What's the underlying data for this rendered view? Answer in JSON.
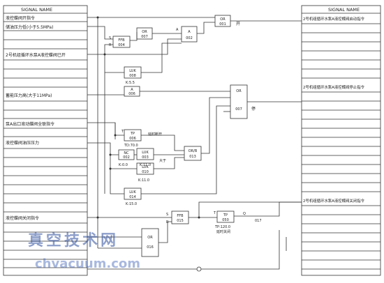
{
  "left_panel": {
    "header": "SIGNAL NAME",
    "signals": [
      {
        "id": "s1",
        "label": "液控蝶阀开指令"
      },
      {
        "id": "s2",
        "label": "储油压力低(小于5.5MPa)"
      },
      {
        "id": "s3",
        "label": "2号机组循环水泵A液控蝶阀已开"
      },
      {
        "id": "s4",
        "label": "蓄能压力高(大于11MPa)"
      },
      {
        "id": "s5",
        "label": "泵A出口液动蝶阀全联指令"
      },
      {
        "id": "s6",
        "label": "液控蝶阀油压压力"
      },
      {
        "id": "s7",
        "label": "液控蝶阀关闭指令"
      }
    ]
  },
  "right_panel": {
    "header": "SIGNAL NAME",
    "signals": [
      {
        "id": "r1",
        "label": "2号机组循环水泵A液控蝶阀启动指令"
      },
      {
        "id": "r2",
        "label": "2号机组循环水泵A液控蝶阀停止指令"
      },
      {
        "id": "r3",
        "label": "2号机组循环水泵A液控蝶阀关闭指令"
      }
    ]
  },
  "blocks": [
    {
      "id": "fft",
      "line1": "FFB",
      "line2": "004"
    },
    {
      "id": "or007",
      "line1": "OR",
      "line2": "007"
    },
    {
      "id": "and002",
      "line1": "A",
      "line2": "002"
    },
    {
      "id": "or001",
      "line1": "OR",
      "line2": "001"
    },
    {
      "id": "luk008",
      "line1": "LUK",
      "line2": "008"
    },
    {
      "id": "a006",
      "line1": "A",
      "line2": "006"
    },
    {
      "id": "or007b",
      "line1": "OR",
      "line2": "007"
    },
    {
      "id": "tp006",
      "line1": "TP",
      "line2": "006"
    },
    {
      "id": "nc002",
      "line1": "NC",
      "line2": "002"
    },
    {
      "id": "luk003",
      "line1": "LUK",
      "line2": "003"
    },
    {
      "id": "luk010",
      "line1": "LUK",
      "line2": "010"
    },
    {
      "id": "orb013",
      "line1": "OR/B",
      "line2": "013"
    },
    {
      "id": "luk014",
      "line1": "LUK",
      "line2": "014"
    },
    {
      "id": "ffb015",
      "line1": "FFB",
      "line2": "015"
    },
    {
      "id": "or016",
      "line1": "OR",
      "line2": "016"
    },
    {
      "id": "tp050",
      "line1": "TP",
      "line2": "050"
    }
  ],
  "annotations": {
    "fft_s": "S",
    "fft_r": "R",
    "and_in": "A",
    "out_top": "开",
    "k55": "K:5.5",
    "out_stop": "停",
    "tp_t": "T",
    "tp_time": "TD:70.0",
    "delay_open": "延时断开",
    "k00": "K:0.0",
    "k110": "K:11.0",
    "kuda": "大于",
    "k110b": "K:11.0",
    "k150": "K:15.0",
    "ffb_s": "S",
    "ffb_r": "R",
    "tp_t2": "T",
    "tp_time2": "TP:120.0",
    "delay_close": "延时关闭",
    "lj_label": "Q",
    "out_017": "017"
  },
  "watermark": {
    "cn": "真空技术网",
    "en": "chvacuum.com"
  }
}
